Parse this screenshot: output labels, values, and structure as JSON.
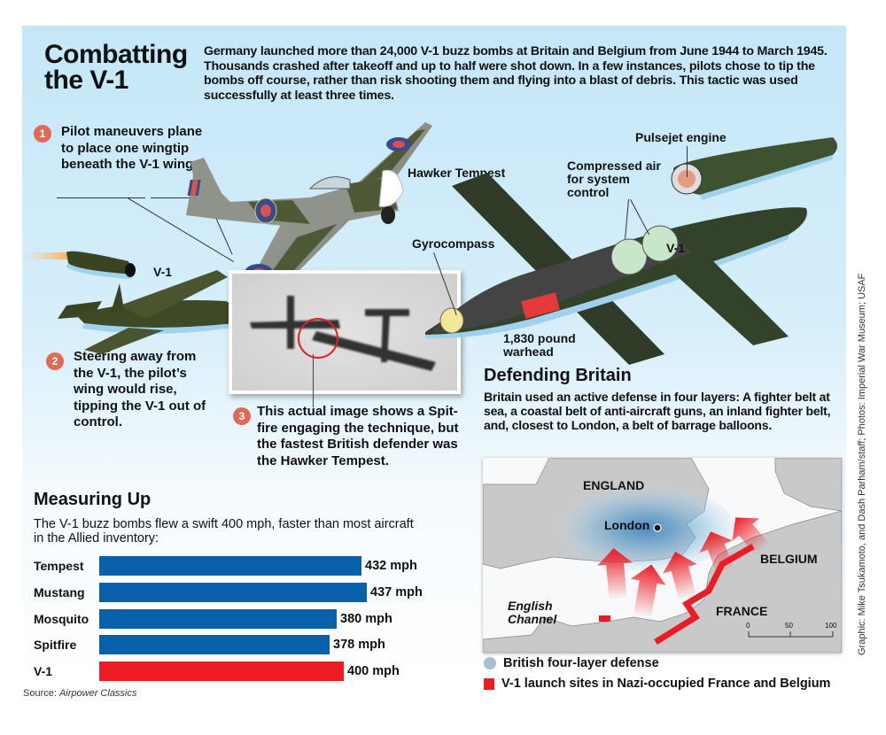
{
  "header": {
    "title_line1": "Combatting",
    "title_line2": "the V-1",
    "intro": "Germany launched more than 24,000 V-1 buzz bombs at Britain and Belgium from June 1944 to March 1945. Thousands crashed after takeoff and up to half were shot down. In a few instances, pilots chose to tip the bombs off course, rather than risk shooting them and flying into a blast of debris. This tactic was used successfully at least three times."
  },
  "steps": [
    {
      "number": "1",
      "text": "Pilot maneuvers plane to place one wingtip beneath the V-1 wing."
    },
    {
      "number": "2",
      "text": "Steering away from the V-1, the pilot’s wing would rise, tipping the V-1 out of control."
    },
    {
      "number": "3",
      "text": "This actual image shows a Spit-fire engaging the technique, but the fastest British defender was the Hawker Tempest."
    }
  ],
  "illustration_labels": {
    "hawker_tempest": "Hawker Tempest",
    "v1_left": "V-1",
    "v1_cutaway": "V-1",
    "pulsejet": "Pulsejet engine",
    "compressed_air": "Compressed air for system control",
    "gyrocompass": "Gyrocompass",
    "warhead": "1,830 pound warhead"
  },
  "defending": {
    "title": "Defending Britain",
    "text": "Britain used an active defense in four layers:  A fighter belt at sea, a coastal belt of anti-aircraft guns, an inland fighter belt, and, closest to London, a belt of barrage balloons."
  },
  "map": {
    "labels": {
      "england": "ENGLAND",
      "london": "London",
      "belgium": "BELGIUM",
      "france": "FRANCE",
      "channel_line1": "English",
      "channel_line2": "Channel"
    },
    "scale": {
      "ticks": [
        "0",
        "50",
        "100"
      ]
    },
    "colors": {
      "land": "#c9c9c9",
      "sea": "#f7f9fa",
      "defense": "#5f9ccc",
      "launch": "#ed1c24"
    }
  },
  "legend": [
    {
      "label": "British four-layer defense",
      "swatch": "circle",
      "color": "#a9bfd3"
    },
    {
      "label": "V-1 launch sites in Nazi-occupied France and Belgium",
      "swatch": "square",
      "color": "#ed1c24"
    }
  ],
  "measuring": {
    "title": "Measuring Up",
    "intro": "The V-1 buzz bombs flew a swift 400 mph, faster than most aircraft in the Allied inventory:",
    "source_prefix": "Source: ",
    "source_name": "Airpower Classics"
  },
  "chart_data": {
    "type": "bar",
    "orientation": "horizontal",
    "title": "Measuring Up",
    "categories": [
      "Tempest",
      "Mustang",
      "Mosquito",
      "Spitfire",
      "V-1"
    ],
    "values": [
      432,
      437,
      380,
      378,
      400
    ],
    "value_labels": [
      "432 mph",
      "437 mph",
      "380 mph",
      "378 mph",
      "400 mph"
    ],
    "unit": "mph",
    "colors": [
      "#0a61ab",
      "#0a61ab",
      "#0a61ab",
      "#0a61ab",
      "#ed1c24"
    ],
    "xlabel": "",
    "ylabel": "",
    "grid": false,
    "legend": false
  },
  "credit": "Graphic: Mike Tsukamoto, and Dash Parham/staff; Photos: Imperial War Museum; USAF"
}
